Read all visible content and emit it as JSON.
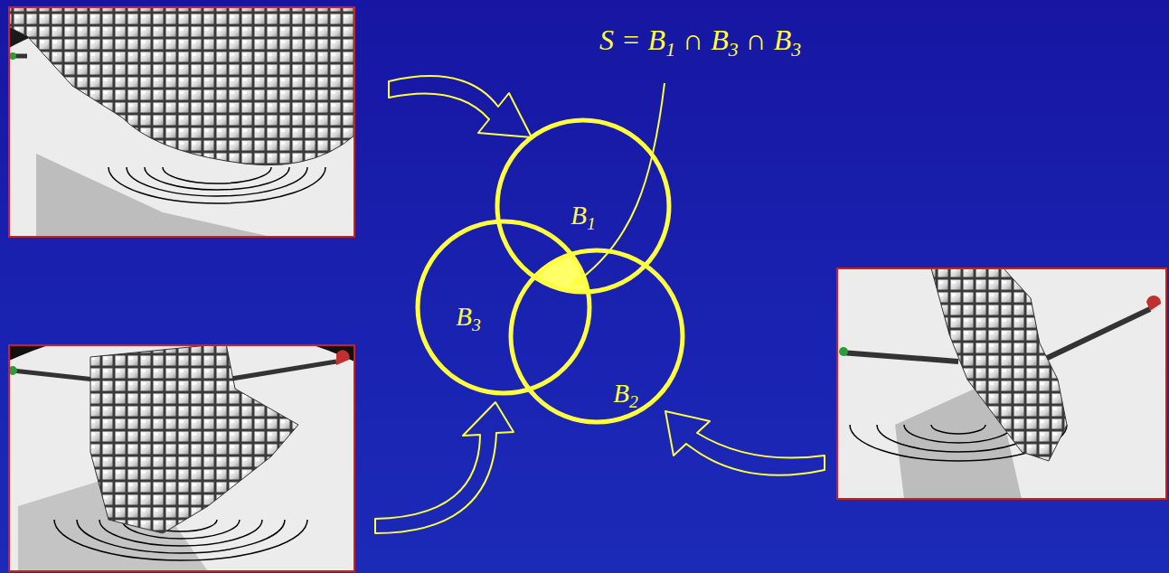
{
  "diagram": {
    "nodes": [
      {
        "text": [
          "B1"
        ]
      },
      {
        "text": [
          "B3"
        ]
      },
      {
        "text": [
          "B2"
        ]
      }
    ],
    "labels": [
      "S = B1 ∩ B3 ∩ B3"
    ]
  }
}
